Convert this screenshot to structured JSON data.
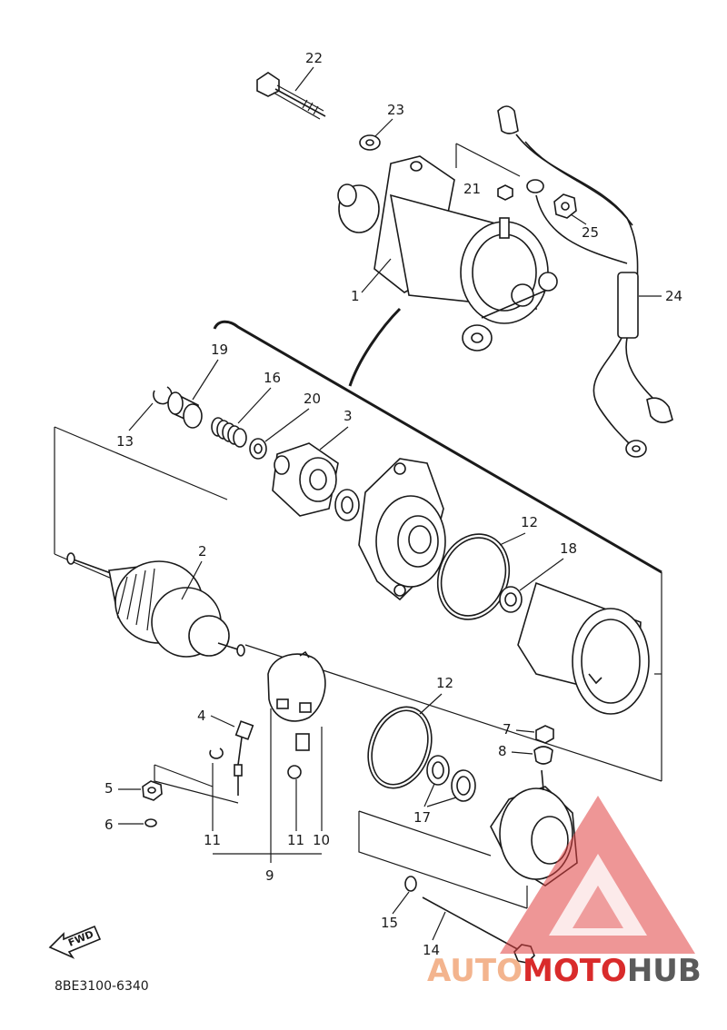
{
  "diagram_code": "8BE3100-6340",
  "fwd_label": "FWD",
  "watermark": {
    "part1": "AUTO",
    "part2": "MOTO",
    "part3": "HUB",
    "color_light": "#f3b48e",
    "color_red": "#d92b2b",
    "color_grey": "#5b5b5b"
  },
  "labels": {
    "l1": "1",
    "l2": "2",
    "l3": "3",
    "l4": "4",
    "l5": "5",
    "l6": "6",
    "l7": "7",
    "l8": "8",
    "l9": "9",
    "l10": "10",
    "l11a": "11",
    "l11b": "11",
    "l12a": "12",
    "l12b": "12",
    "l13": "13",
    "l14": "14",
    "l15": "15",
    "l16": "16",
    "l17": "17",
    "l18": "18",
    "l19": "19",
    "l20": "20",
    "l21": "21",
    "l22": "22",
    "l23": "23",
    "l24": "24",
    "l25": "25"
  }
}
